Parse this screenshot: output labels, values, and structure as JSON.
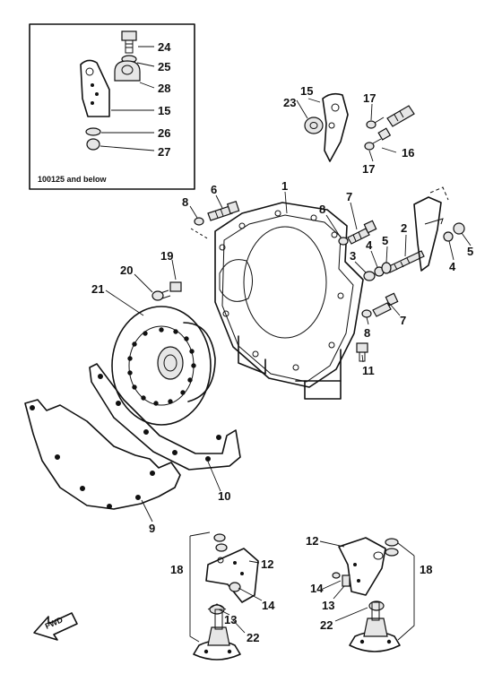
{
  "inset": {
    "caption": "100125 and below",
    "labels": [
      "24",
      "25",
      "28",
      "15",
      "26",
      "27"
    ]
  },
  "callouts": [
    "15",
    "23",
    "17",
    "16",
    "17",
    "1",
    "6",
    "8",
    "7",
    "8",
    "2",
    "3",
    "4",
    "5",
    "4",
    "5",
    "19",
    "20",
    "21",
    "7",
    "8",
    "11",
    "10",
    "9",
    "12",
    "12",
    "18",
    "18",
    "14",
    "13",
    "22",
    "14",
    "13",
    "22"
  ],
  "front_arrow": {
    "text": "FWD"
  }
}
